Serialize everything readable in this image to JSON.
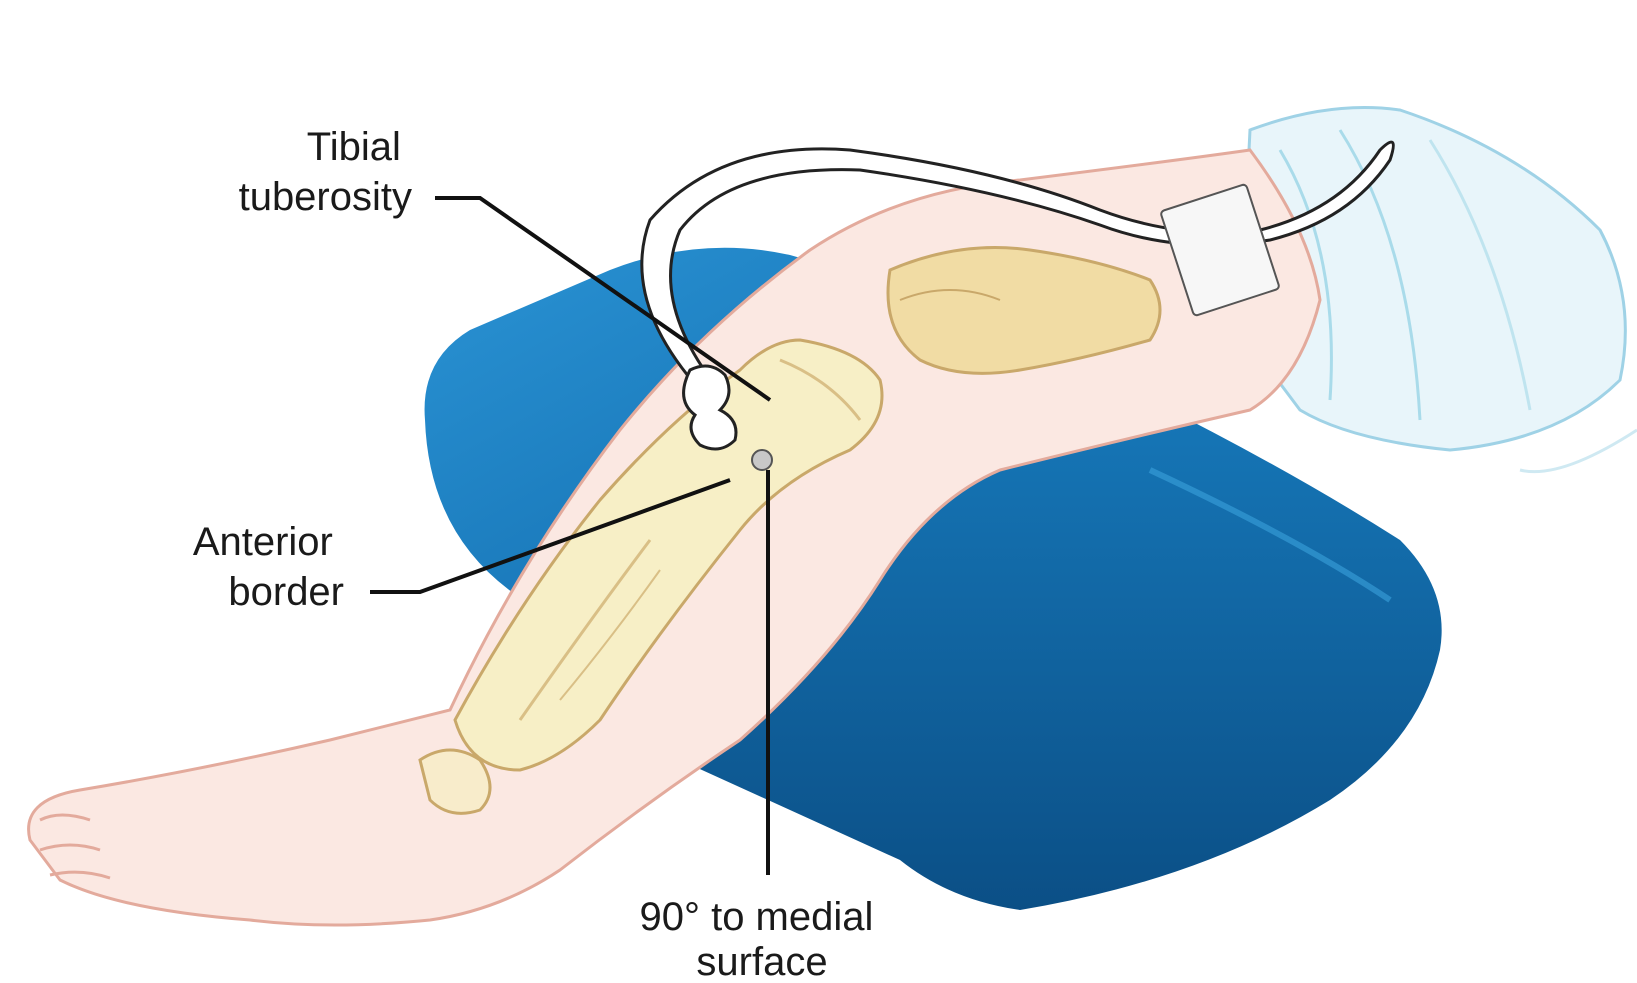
{
  "labels": {
    "tibial_tuberosity": [
      "Tibial",
      "tuberosity"
    ],
    "anterior_border": [
      "Anterior",
      "border"
    ],
    "angle_note": [
      "90° to medial",
      "surface"
    ]
  },
  "colors": {
    "pillow": "#1f86c8",
    "pillow_dark": "#0f5f9c",
    "skin": "#fbe6df",
    "skin_outline": "#e0a89a",
    "bone": "#f7efc8",
    "bone_outline": "#c9a86a",
    "drape": "#d6eef6",
    "tubing": "#ffffff",
    "leader": "#111111"
  }
}
